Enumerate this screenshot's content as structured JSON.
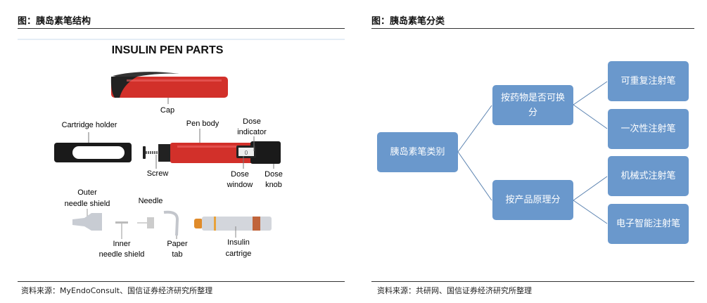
{
  "left": {
    "title": "图：胰岛素笔结构",
    "source": "资料来源：MyEndoConsult、国信证券经济研究所整理",
    "figure": {
      "heading": "INSULIN PEN PARTS",
      "labels": {
        "cap": "Cap",
        "cartridge_holder": "Cartridge holder",
        "pen_body": "Pen body",
        "dose_indicator_1": "Dose",
        "dose_indicator_2": "indicator",
        "screw": "Screw",
        "dose_window_1": "Dose",
        "dose_window_2": "window",
        "dose_knob_1": "Dose",
        "dose_knob_2": "knob",
        "outer_shield_1": "Outer",
        "outer_shield_2": "needle shield",
        "needle": "Needle",
        "inner_shield_1": "Inner",
        "inner_shield_2": "needle shield",
        "paper_tab_1": "Paper",
        "paper_tab_2": "tab",
        "insulin_cartridge_1": "Insulin",
        "insulin_cartridge_2": "cartrige",
        "dose_value": "0"
      }
    }
  },
  "right": {
    "title": "图：胰岛素笔分类",
    "source": "资料来源：共研网、国信证券经济研究所整理",
    "tree": {
      "root": "胰岛素笔类别",
      "branches": [
        {
          "label": "按药物是否可换分",
          "children": [
            "可重复注射笔",
            "一次性注射笔"
          ]
        },
        {
          "label": "按产品原理分",
          "children": [
            "机械式注射笔",
            "电子智能注射笔"
          ]
        }
      ]
    }
  }
}
